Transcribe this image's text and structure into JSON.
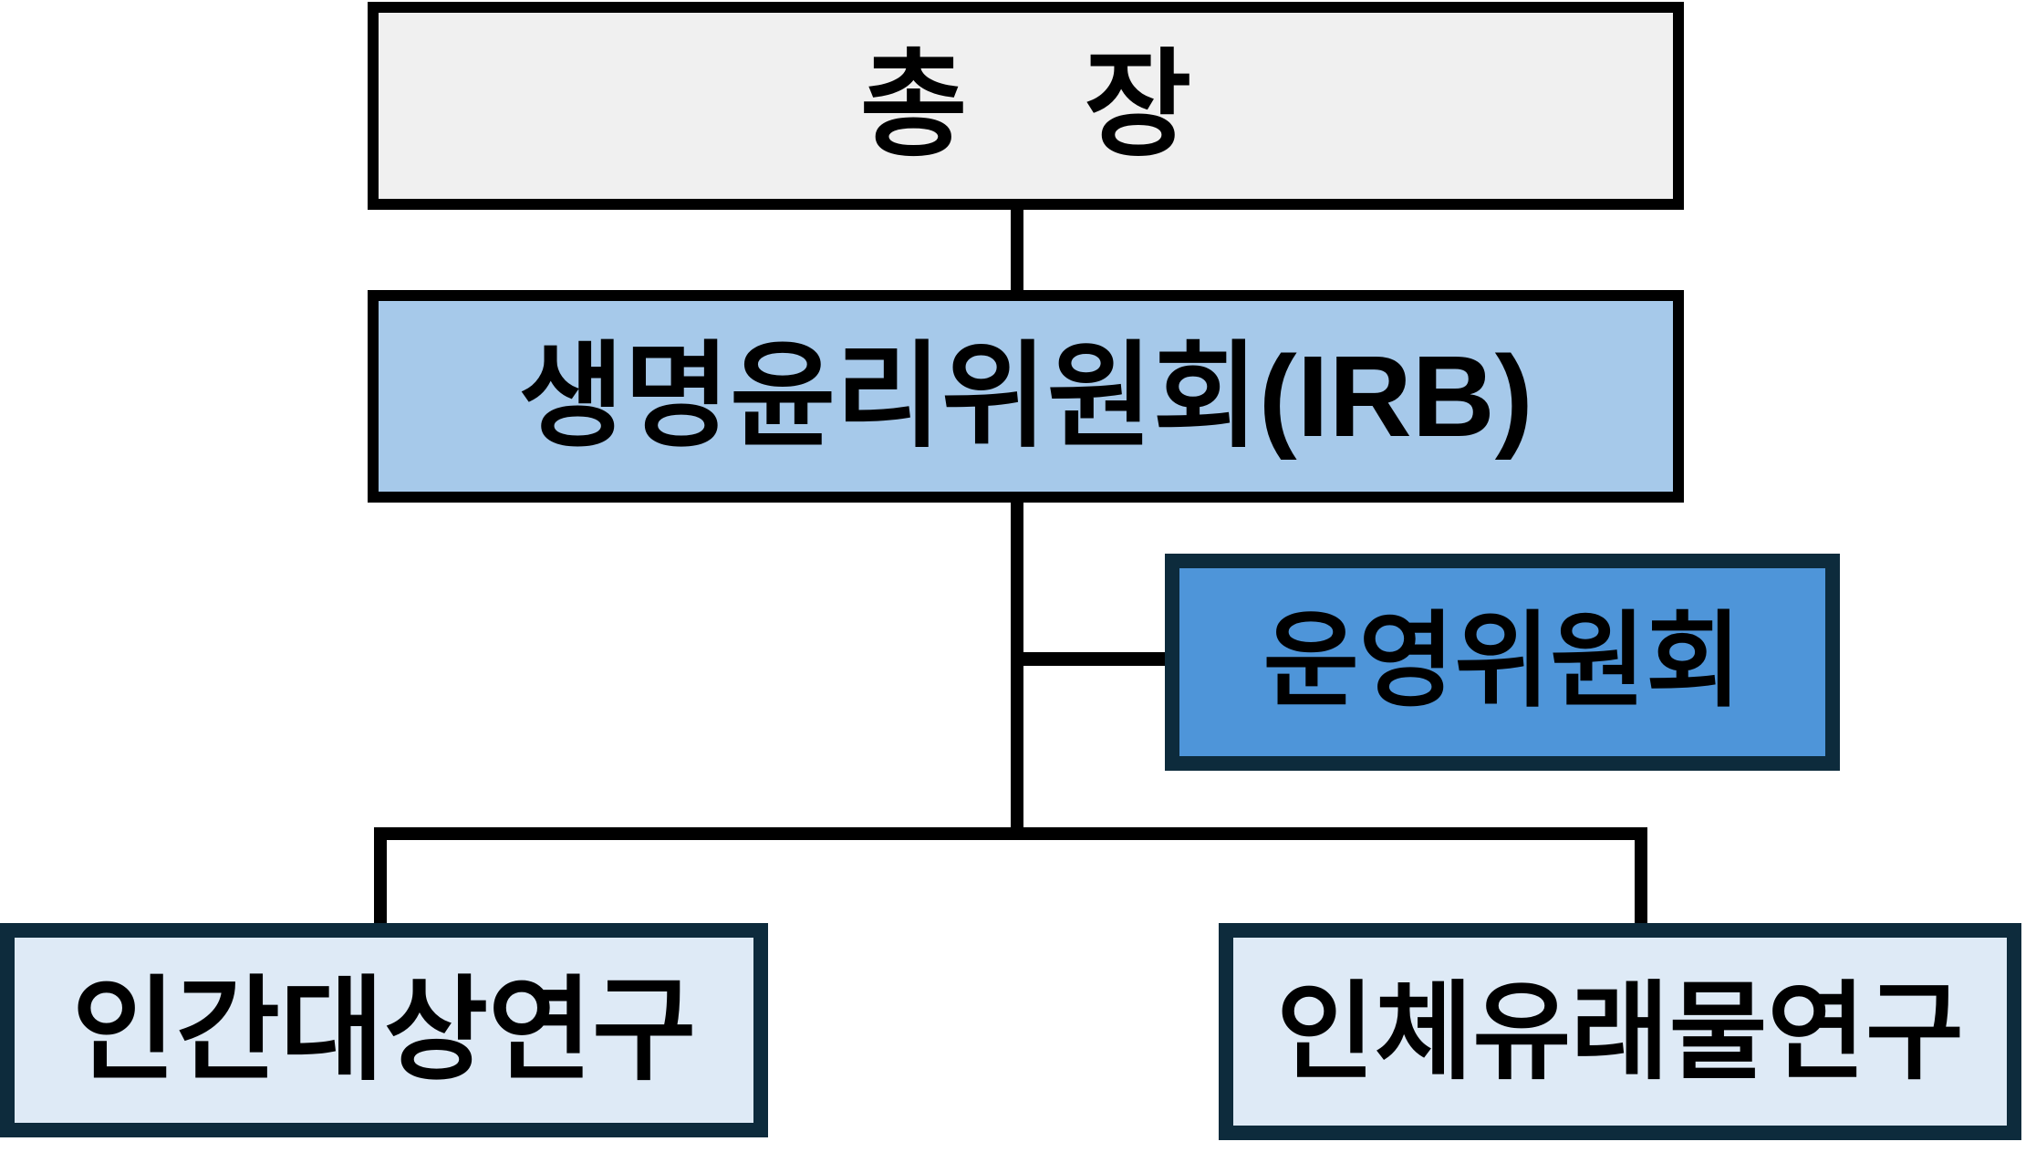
{
  "diagram": {
    "type": "org-chart",
    "description": "IRB (Institutional Review Board) organizational chart",
    "nodes": {
      "president": {
        "label": "총　장"
      },
      "irb": {
        "label": "생명윤리위원회(IRB)"
      },
      "steering": {
        "label": "운영위원회"
      },
      "research_left": {
        "label": "인간대상연구"
      },
      "research_right": {
        "label": "인체유래물연구"
      }
    },
    "edges": [
      {
        "from": "총　장",
        "to": "생명윤리위원회(IRB)"
      },
      {
        "from": "생명윤리위원회(IRB)",
        "to": "운영위원회"
      },
      {
        "from": "생명윤리위원회(IRB)",
        "to": "인간대상연구"
      },
      {
        "from": "생명윤리위원회(IRB)",
        "to": "인체유래물연구"
      }
    ],
    "colors": {
      "president_fill": "#F0F0F0",
      "irb_fill": "#A6C9EA",
      "steering_fill": "#4E95D9",
      "research_fill": "#DEEAF6",
      "black_border": "#000000",
      "dark_navy_border": "#0D2B3C",
      "connector_line": "#000000",
      "text": "#000000",
      "background": "#FFFFFF"
    }
  }
}
